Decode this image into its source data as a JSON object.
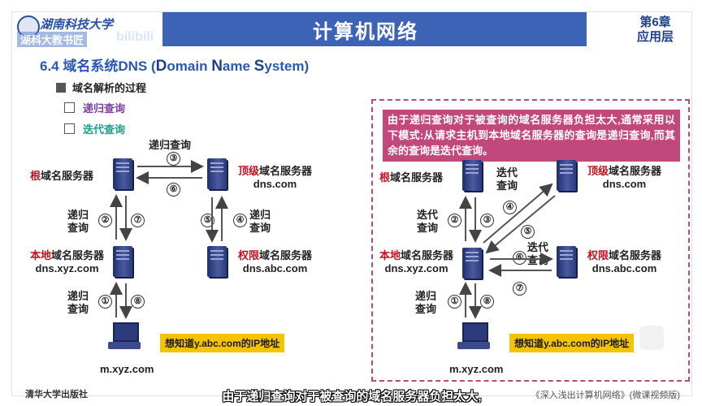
{
  "header": {
    "school": "湖南科技大学",
    "watermark": "湖科大教书匠",
    "bili": "bilibili",
    "title": "计算机网络",
    "chapter": "第6章",
    "chapter_sub": "应用层"
  },
  "section": {
    "num": "6.4 域名系统DNS",
    "en_open": "(",
    "d": "D",
    "d_rest": "omain ",
    "n": "N",
    "n_rest": "ame ",
    "s": "S",
    "s_rest": "ystem",
    "en_close": ")"
  },
  "bullet": "域名解析的过程",
  "options": {
    "recursive": "递归查询",
    "iterative": "迭代查询"
  },
  "left": {
    "root": {
      "prefix": "根",
      "rest": "域名服务器"
    },
    "tld": {
      "prefix": "顶级",
      "rest": "域名服务器",
      "sub": "dns.com"
    },
    "local": {
      "prefix": "本地",
      "rest": "域名服务器",
      "sub": "dns.xyz.com"
    },
    "auth": {
      "prefix": "权限",
      "rest": "域名服务器",
      "sub": "dns.abc.com"
    },
    "host": "m.xyz.com",
    "q_top": "递归查询",
    "q_left": [
      "递归",
      "查询"
    ],
    "q_right": [
      "递归",
      "查询"
    ],
    "q_bottom": [
      "递归",
      "查询"
    ],
    "steps": [
      "①",
      "②",
      "③",
      "④",
      "⑤",
      "⑥",
      "⑦",
      "⑧"
    ],
    "note": "想知道y.abc.com的IP地址"
  },
  "right": {
    "explain": "由于递归查询对于被查询的域名服务器负担太大,通常采用以下模式:从请求主机到本地域名服务器的查询是递归查询,而其余的查询是迭代查询。",
    "root": {
      "prefix": "根",
      "rest": "域名服务器"
    },
    "tld": {
      "prefix": "顶级",
      "rest": "域名服务器",
      "sub": "dns.com"
    },
    "local": {
      "prefix": "本地",
      "rest": "域名服务器",
      "sub": "dns.xyz.com"
    },
    "auth": {
      "prefix": "权限",
      "rest": "域名服务器",
      "sub": "dns.abc.com"
    },
    "host": "m.xyz.com",
    "it1": [
      "迭代",
      "查询"
    ],
    "it2": [
      "迭代",
      "查询"
    ],
    "it3": [
      "迭代",
      "查询"
    ],
    "rec": [
      "递归",
      "查询"
    ],
    "steps": [
      "①",
      "②",
      "③",
      "④",
      "⑤",
      "⑥",
      "⑦",
      "⑧"
    ],
    "note": "想知道y.abc.com的IP地址"
  },
  "footer": {
    "press": "清华大学出版社",
    "subtitle": "由于递归查询对于被查询的域名服务器负担太大,",
    "book": "《深入浅出计算机网络》(微课视频版)"
  },
  "colors": {
    "title_bar": "#3d63b6",
    "accent_red": "#c0121f",
    "purple": "#7b3fa3",
    "teal": "#1aa090",
    "pink": "#c2477a",
    "note": "#f5c400"
  }
}
